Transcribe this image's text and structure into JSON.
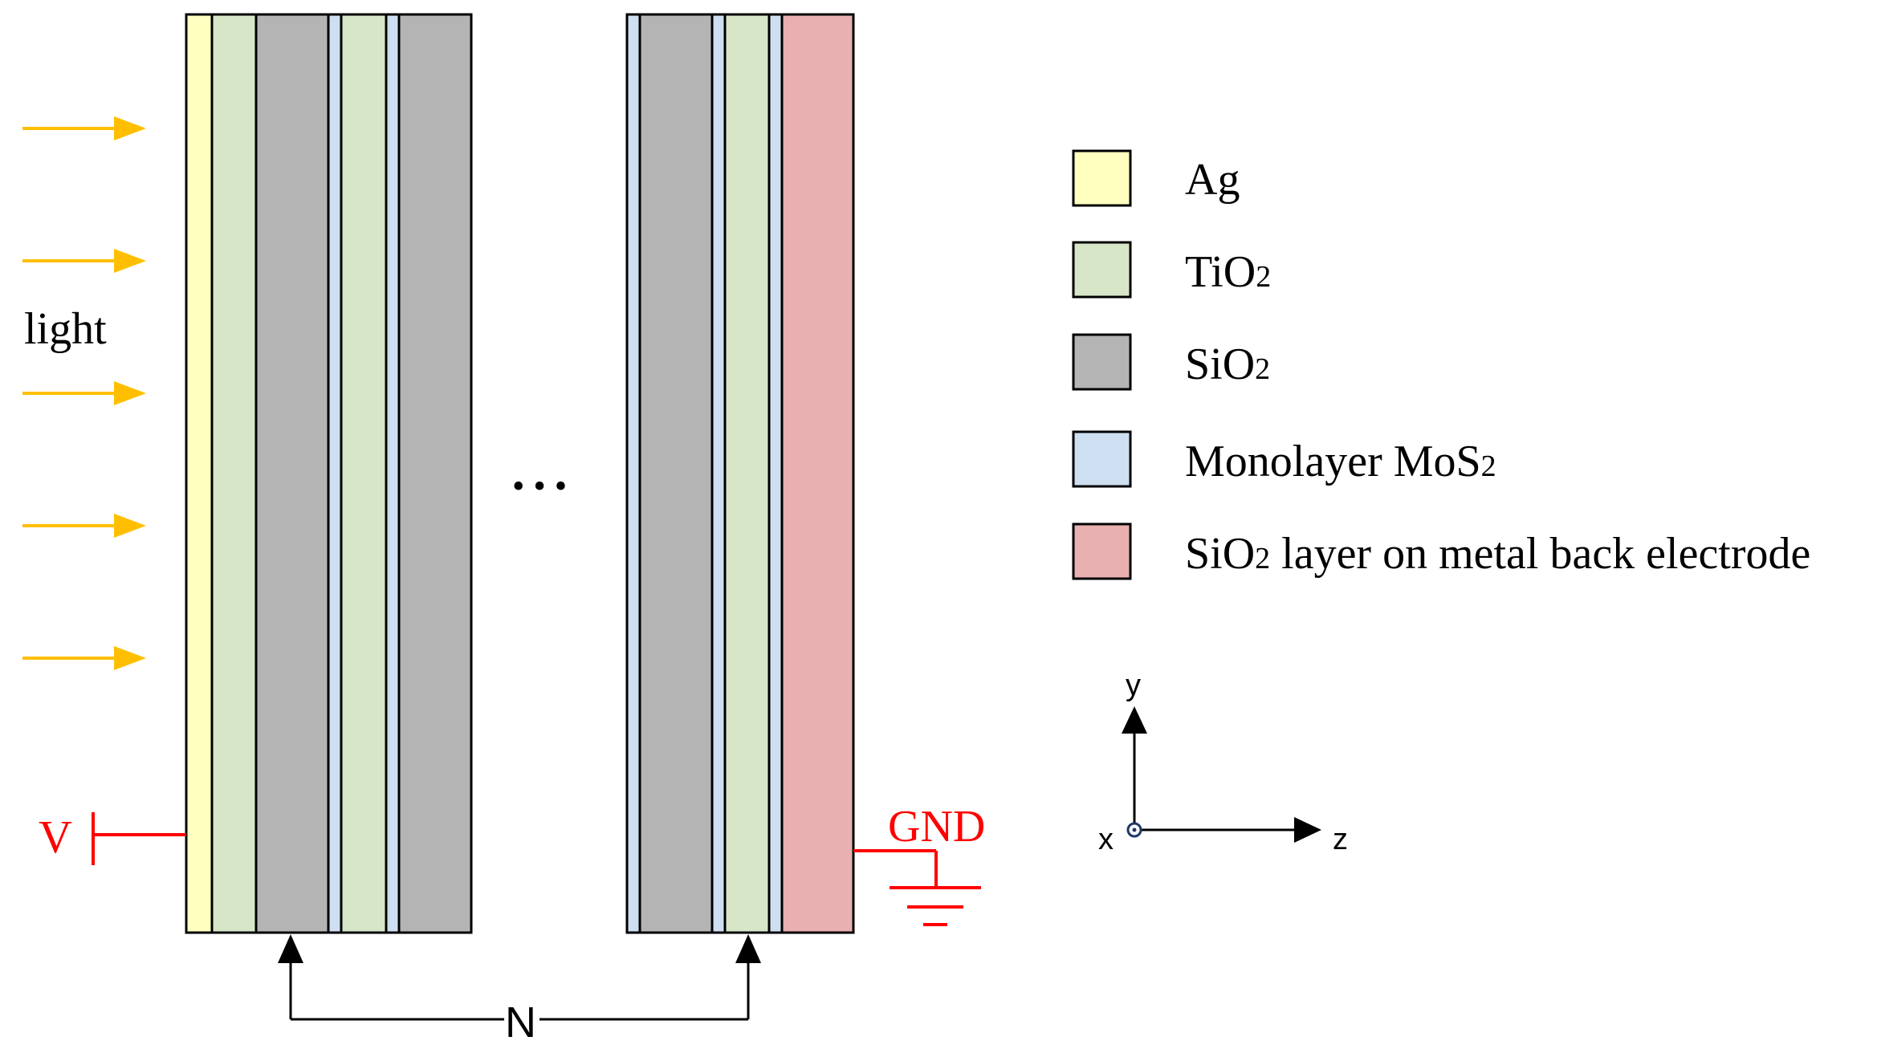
{
  "labels": {
    "light": "light",
    "ellipsis": "• • •",
    "voltage": "V",
    "ground": "GND",
    "period_count": "N"
  },
  "axes": {
    "x": "x",
    "y": "y",
    "z": "z"
  },
  "legend": [
    {
      "name": "legend-ag",
      "label": "Ag",
      "sub": "",
      "color": "#ffffc0"
    },
    {
      "name": "legend-tio2",
      "label": "TiO",
      "sub": "2",
      "color": "#d8e6c8"
    },
    {
      "name": "legend-sio2",
      "label": "SiO",
      "sub": "2",
      "color": "#b4b4b4"
    },
    {
      "name": "legend-mos2",
      "label": "Monolayer MoS",
      "sub": "2",
      "color": "#cddff0"
    },
    {
      "name": "legend-sio2-electrode",
      "label": "SiO",
      "sub": "2",
      "suffix": " layer on metal back electrode",
      "color": "#e8b0b0"
    }
  ],
  "colors": {
    "arrow": "#ffbf00",
    "electrical": "#ff0000",
    "outline": "#000000",
    "axis_origin": "#1f3864"
  }
}
